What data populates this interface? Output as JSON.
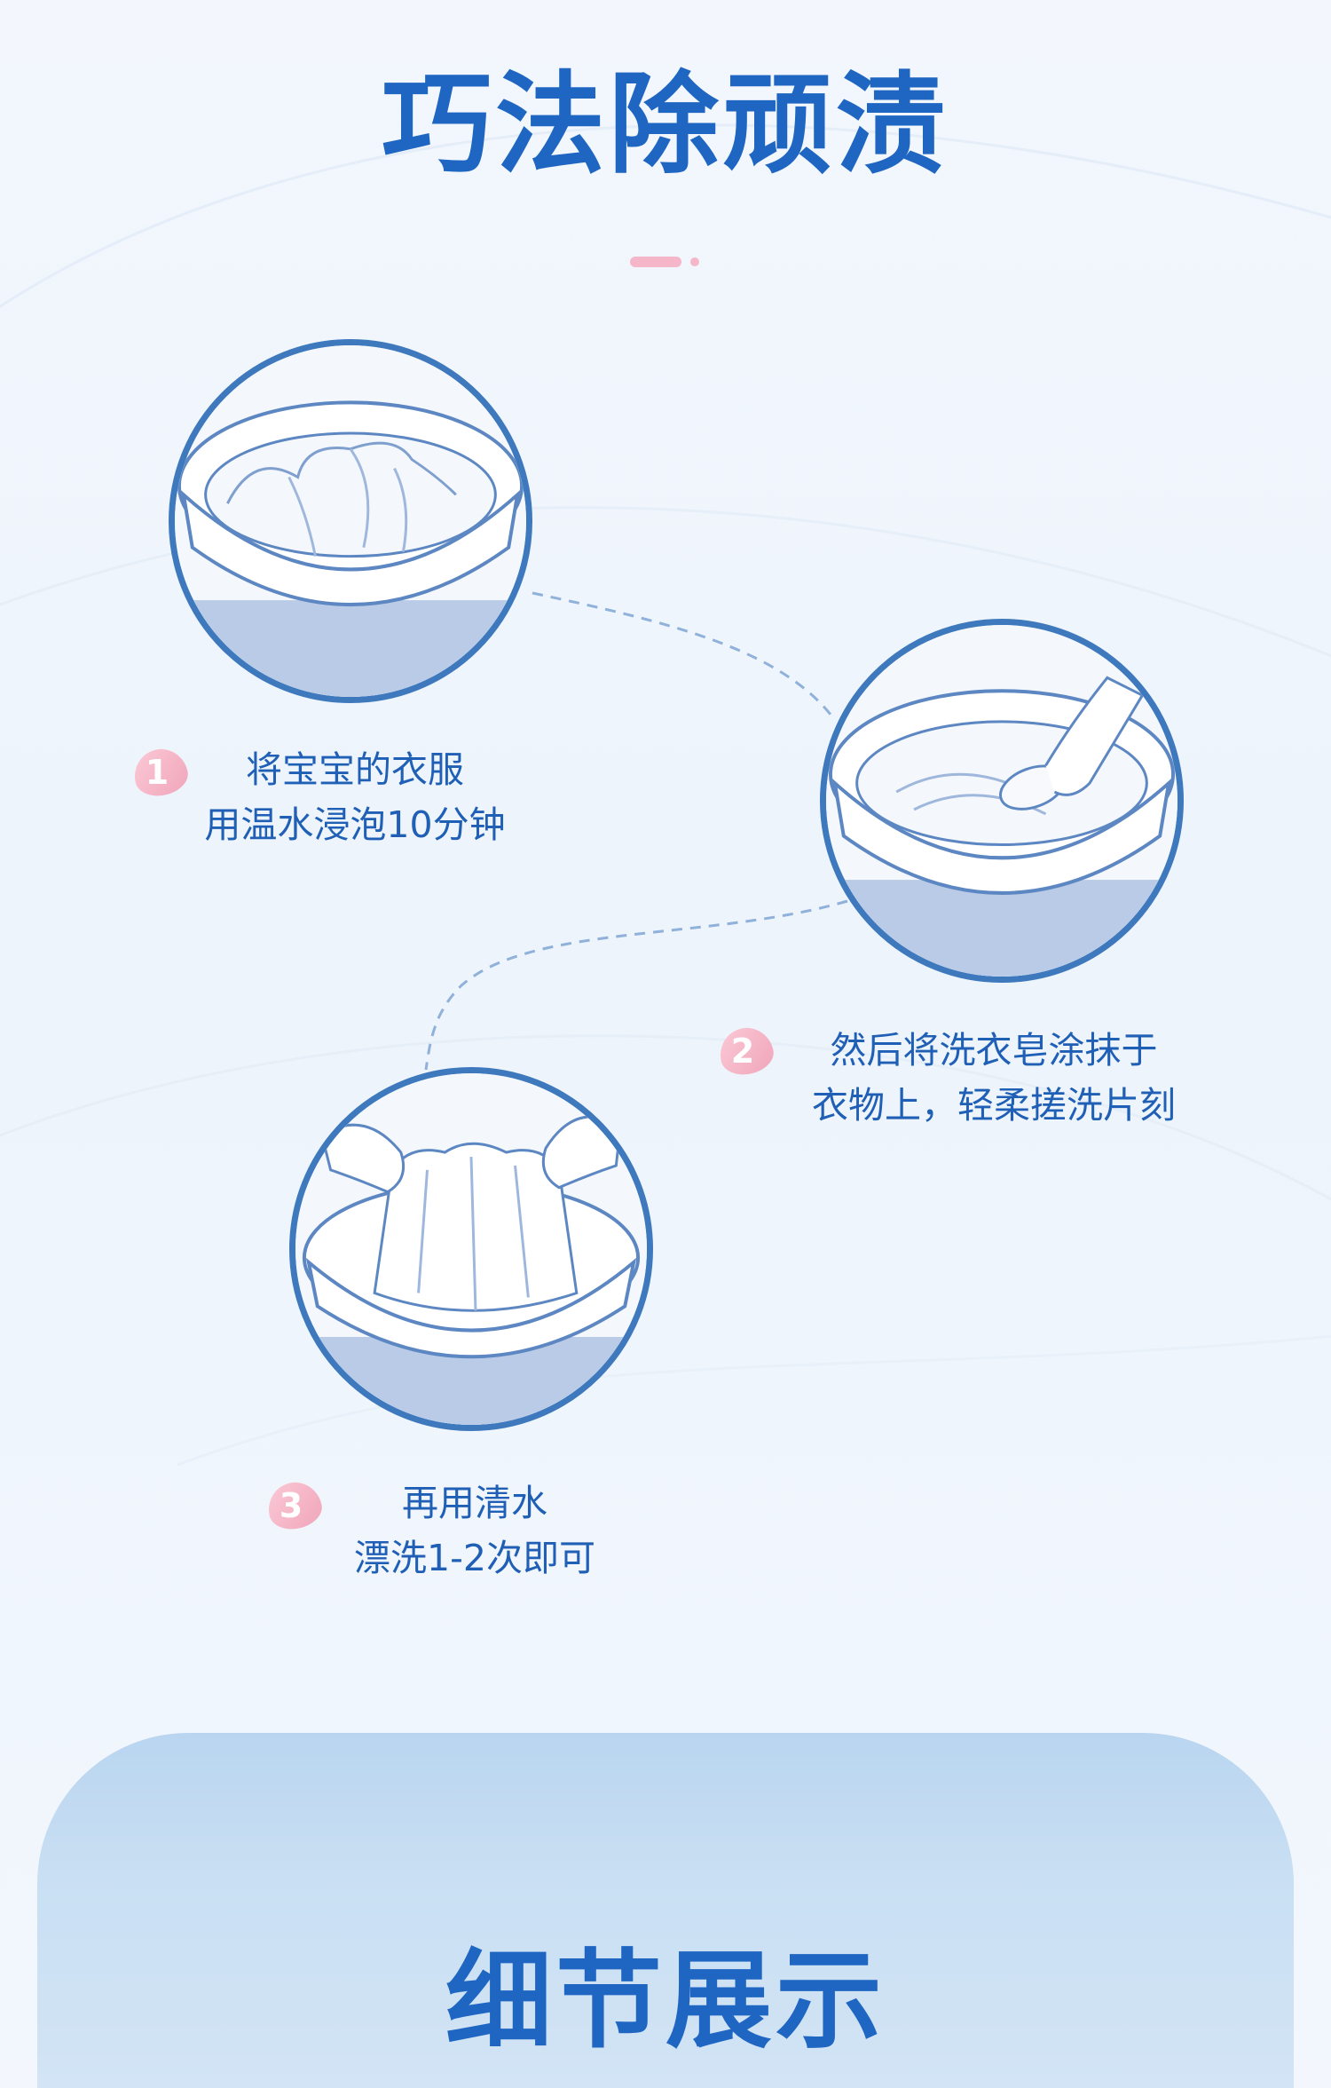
{
  "header": {
    "title": "巧法除顽渍"
  },
  "steps": [
    {
      "number": "1",
      "line1": "将宝宝的衣服",
      "line2": "用温水浸泡10分钟",
      "illustration": "bowl-soaking-clothes"
    },
    {
      "number": "2",
      "line1": "然后将洗衣皂涂抹于",
      "line2": "衣物上，轻柔搓洗片刻",
      "illustration": "hand-rubbing-soap-in-bowl"
    },
    {
      "number": "3",
      "line1": "再用清水",
      "line2": "漂洗1-2次即可",
      "illustration": "hands-rinsing-cloth-in-bowl"
    }
  ],
  "details": {
    "title": "细节展示"
  },
  "colors": {
    "title_blue": "#1f66c3",
    "text_blue": "#1f5fb5",
    "circle_border": "#3e78bd",
    "badge_pink": "#f4b6c8",
    "panel_blue": "#c9dff3"
  }
}
